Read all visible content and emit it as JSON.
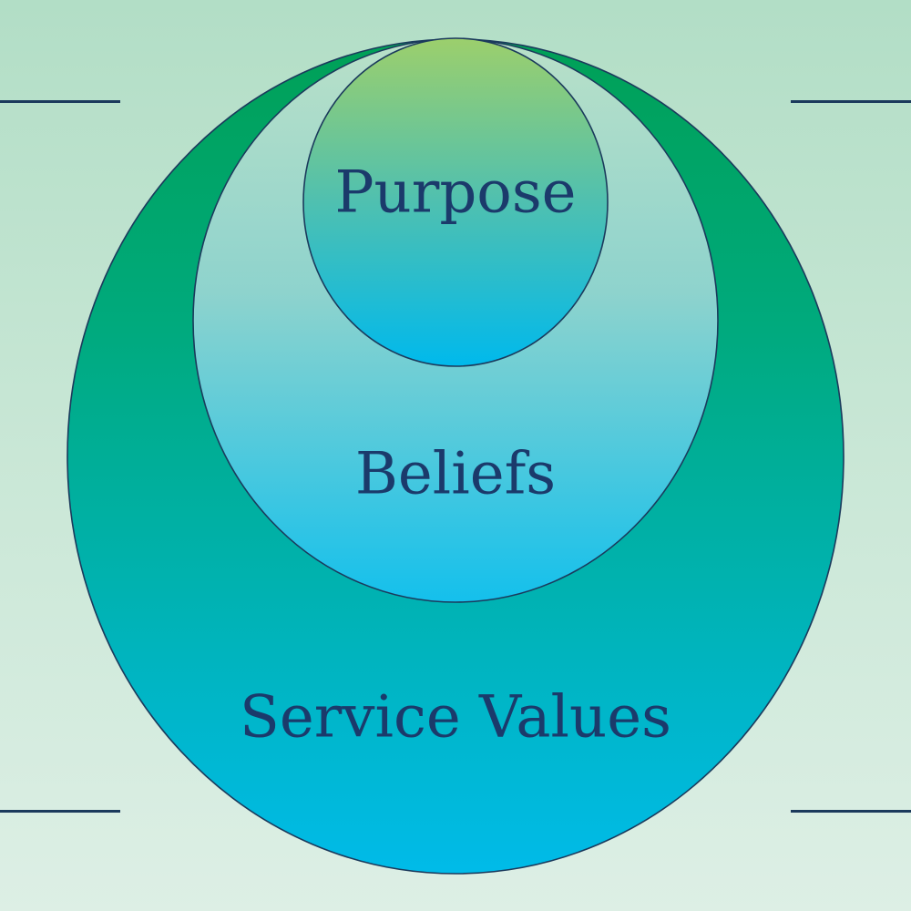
{
  "diagram": {
    "labels": {
      "outer": "Service Values",
      "middle": "Beliefs",
      "inner": "Purpose"
    },
    "colors": {
      "background_top": "#b2dec6",
      "background_bottom": "#ddefe5",
      "outer_top": "#009a4e",
      "outer_bottom": "#00b9e8",
      "middle_top": "#b6dfc4",
      "middle_bottom": "#19c0ea",
      "inner_top": "#9bce6e",
      "inner_bottom": "#00baeb",
      "stroke": "#1b3a5c",
      "text": "#1b3a6b"
    }
  }
}
